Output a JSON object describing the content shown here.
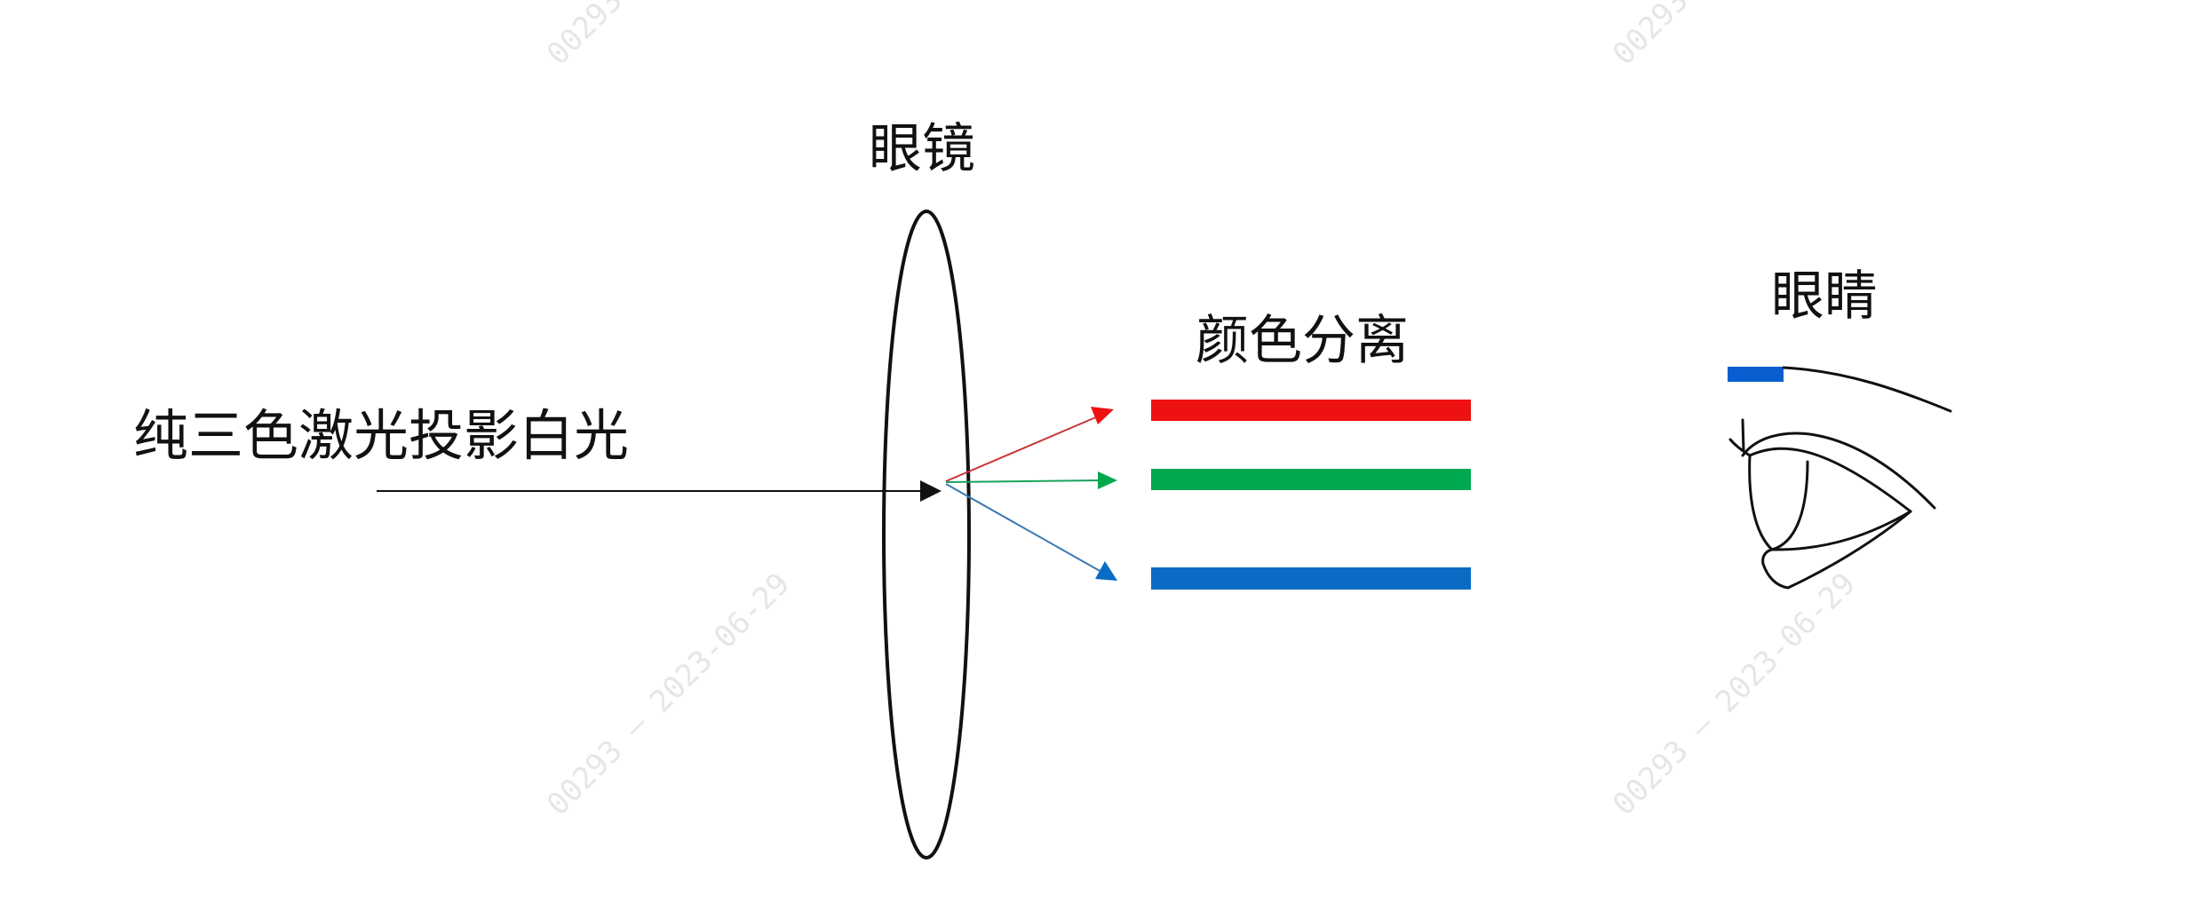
{
  "labels": {
    "source": "纯三色激光投影白光",
    "lens": "眼镜",
    "separation": "颜色分离",
    "eye": "眼睛"
  },
  "watermark": "00293 — 2023-06-29",
  "watermark_top": "00293",
  "colors": {
    "red": "#ee1111",
    "green": "#00a84f",
    "blue": "#0a6bc4",
    "line": "#111111",
    "watermark": "#e6e6e6"
  }
}
